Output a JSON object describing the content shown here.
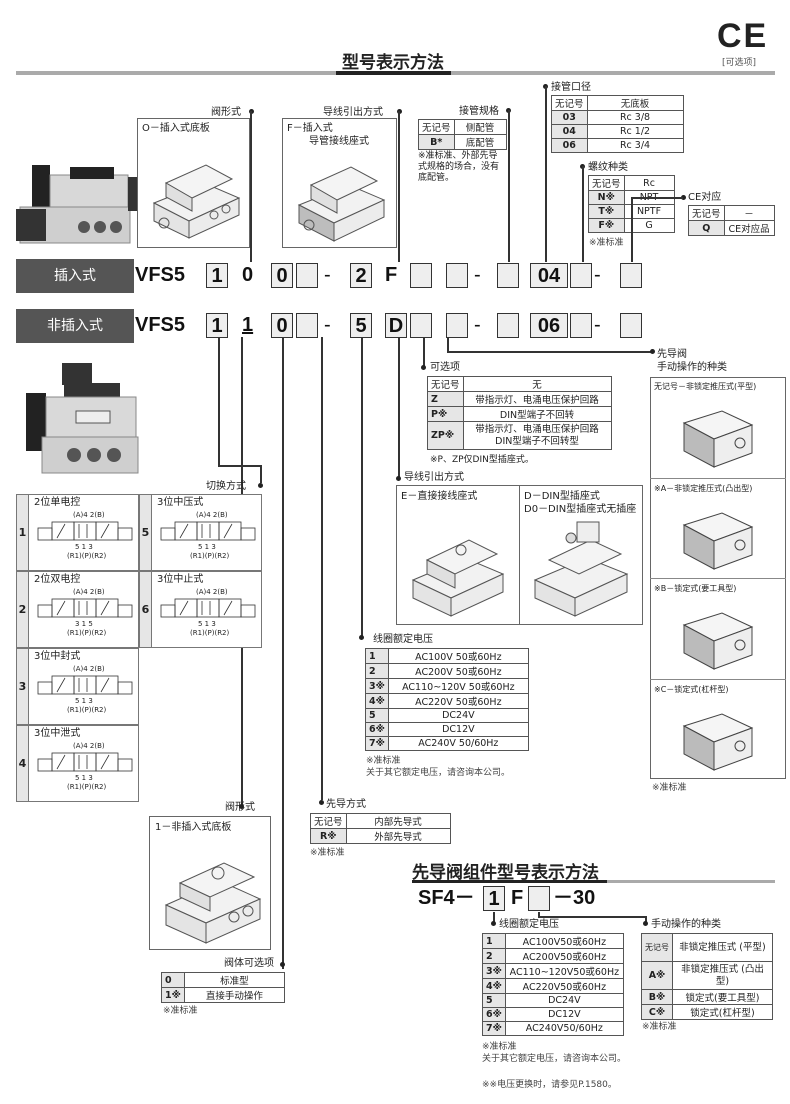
{
  "header": {
    "title": "型号表示方法",
    "ce_mark": "CE",
    "ce_note": "[可选项]"
  },
  "rows": {
    "plug_in": {
      "label": "插入式",
      "prefix": "VFS5",
      "codes": [
        "1",
        "0",
        "0",
        "",
        "-",
        "2",
        "F",
        "",
        "",
        "-",
        "",
        "04",
        "",
        "-",
        ""
      ]
    },
    "non_plug_in": {
      "label": "非插入式",
      "prefix": "VFS5",
      "codes": [
        "1",
        "1",
        "0",
        "",
        "-",
        "5",
        "D",
        "",
        "",
        "-",
        "",
        "06",
        "",
        "-",
        ""
      ]
    }
  },
  "valve_type_top": {
    "heading": "阀形式",
    "option": "O－插入式底板"
  },
  "wiring_top": {
    "heading": "导线引出方式",
    "option_line1": "F－插入式",
    "option_line2": "导管接线座式"
  },
  "piping": {
    "heading": "接管规格",
    "rows": [
      {
        "code": "无记号",
        "desc": "侧配管"
      },
      {
        "code": "B*",
        "desc": "底配管"
      }
    ],
    "note": "※准标准、外部先导式规格的场合，没有底配管。"
  },
  "port_size": {
    "heading": "接管口径",
    "rows": [
      {
        "code": "无记号",
        "desc": "无底板"
      },
      {
        "code": "03",
        "desc": "Rc 3/8"
      },
      {
        "code": "04",
        "desc": "Rc 1/2"
      },
      {
        "code": "06",
        "desc": "Rc 3/4"
      }
    ]
  },
  "thread": {
    "heading": "螺纹种类",
    "rows": [
      {
        "code": "无记号",
        "desc": "Rc"
      },
      {
        "code": "N※",
        "desc": "NPT"
      },
      {
        "code": "T※",
        "desc": "NPTF"
      },
      {
        "code": "F※",
        "desc": "G"
      }
    ],
    "note": "※准标准"
  },
  "ce": {
    "heading": "CE对应",
    "rows": [
      {
        "code": "无记号",
        "desc": "－"
      },
      {
        "code": "Q",
        "desc": "CE对应品"
      }
    ]
  },
  "options": {
    "heading": "可选项",
    "rows": [
      {
        "code": "无记号",
        "desc": "无"
      },
      {
        "code": "Z",
        "desc": "带指示灯、电涌电压保护回路"
      },
      {
        "code": "P※",
        "desc": "DIN型端子不回转"
      },
      {
        "code": "ZP※",
        "desc": "带指示灯、电涌电压保护回路 DIN型端子不回转型"
      }
    ],
    "note": "※P、ZP仅DIN型插座式。"
  },
  "pilot_manual": {
    "heading_line1": "先导阀",
    "heading_line2": "手动操作的种类",
    "items": [
      "无记号－非锁定推压式(平型)",
      "※A－非锁定推压式(凸出型)",
      "※B－锁定式(要工具型)",
      "※C－锁定式(杠杆型)"
    ],
    "note": "※准标准"
  },
  "wiring_bottom": {
    "heading": "导线引出方式",
    "option_e": "E－直接接线座式",
    "option_d": "D－DIN型插座式",
    "option_d0": "D0－DIN型插座式无插座"
  },
  "switching": {
    "heading": "切换方式",
    "items": [
      {
        "num": "1",
        "label": "2位单电控",
        "ports_top": "(A)4  2(B)",
        "ports_bot": "5 1 3",
        "ports_sub": "(R1)(P)(R2)"
      },
      {
        "num": "5",
        "label": "3位中压式",
        "ports_top": "(A)4  2(B)",
        "ports_bot": "5 1 3",
        "ports_sub": "(R1)(P)(R2)"
      },
      {
        "num": "2",
        "label": "2位双电控",
        "ports_top": "(A)4  2(B)",
        "ports_bot": "3 1 5",
        "ports_sub": "(R1)(P)(R2)"
      },
      {
        "num": "6",
        "label": "3位中止式",
        "ports_top": "(A)4  2(B)",
        "ports_bot": "5 1 3",
        "ports_sub": "(R1)(P)(R2)"
      },
      {
        "num": "3",
        "label": "3位中封式",
        "ports_top": "(A)4  2(B)",
        "ports_bot": "5 1 3",
        "ports_sub": "(R1)(P)(R2)"
      },
      {
        "num": "4",
        "label": "3位中泄式",
        "ports_top": "(A)4  2(B)",
        "ports_bot": "5 1 3",
        "ports_sub": "(R1)(P)(R2)"
      }
    ]
  },
  "coil_voltage": {
    "heading": "线圈额定电压",
    "rows": [
      {
        "code": "1",
        "desc": "AC100V 50或60Hz"
      },
      {
        "code": "2",
        "desc": "AC200V 50或60Hz"
      },
      {
        "code": "3※",
        "desc": "AC110~120V 50或60Hz"
      },
      {
        "code": "4※",
        "desc": "AC220V 50或60Hz"
      },
      {
        "code": "5",
        "desc": "DC24V"
      },
      {
        "code": "6※",
        "desc": "DC12V"
      },
      {
        "code": "7※",
        "desc": "AC240V 50/60Hz"
      }
    ],
    "note1": "※准标准",
    "note2": "关于其它额定电压，请咨询本公司。"
  },
  "pilot_type": {
    "heading": "先导方式",
    "rows": [
      {
        "code": "无记号",
        "desc": "内部先导式"
      },
      {
        "code": "R※",
        "desc": "外部先导式"
      }
    ],
    "note": "※准标准"
  },
  "valve_type_bottom": {
    "heading": "阀形式",
    "option": "1－非插入式底板"
  },
  "body_option": {
    "heading": "阀体可选项",
    "rows": [
      {
        "code": "0",
        "desc": "标准型"
      },
      {
        "code": "1※",
        "desc": "直接手动操作"
      }
    ],
    "note": "※准标准"
  },
  "pilot_assembly": {
    "title": "先导阀组件型号表示方法",
    "model_prefix": "SF4－",
    "model_code1": "1",
    "model_mid": "F",
    "model_code2": "",
    "model_suffix": "－30",
    "coil": {
      "heading": "线圈额定电压",
      "rows": [
        {
          "code": "1",
          "desc": "AC100V50或60Hz"
        },
        {
          "code": "2",
          "desc": "AC200V50或60Hz"
        },
        {
          "code": "3※",
          "desc": "AC110~120V50或60Hz"
        },
        {
          "code": "4※",
          "desc": "AC220V50或60Hz"
        },
        {
          "code": "5",
          "desc": "DC24V"
        },
        {
          "code": "6※",
          "desc": "DC12V"
        },
        {
          "code": "7※",
          "desc": "AC240V50/60Hz"
        }
      ],
      "note1": "※准标准",
      "note2": "关于其它额定电压，请咨询本公司。",
      "note3": "※※电压更换时，请参见P.1580。"
    },
    "manual": {
      "heading": "手动操作的种类",
      "rows": [
        {
          "code": "无记号",
          "desc": "非锁定推压式 (平型)"
        },
        {
          "code": "A※",
          "desc": "非锁定推压式 (凸出型)"
        },
        {
          "code": "B※",
          "desc": "锁定式(要工具型)"
        },
        {
          "code": "C※",
          "desc": "锁定式(杠杆型)"
        }
      ],
      "note": "※准标准"
    }
  }
}
